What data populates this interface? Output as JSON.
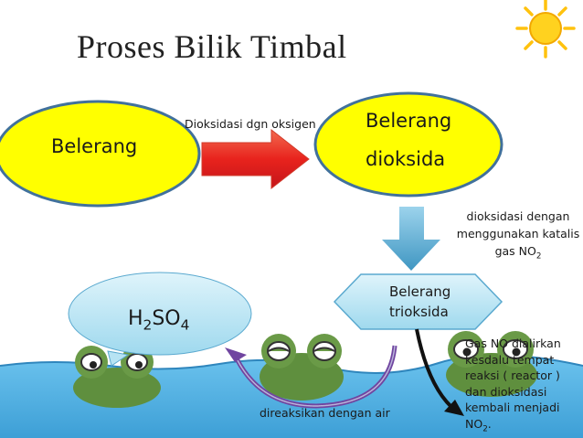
{
  "title": "Proses Bilik Timbal",
  "nodes": {
    "sulfur": "Belerang",
    "sulfur_dioxide": [
      "Belerang",
      "dioksida"
    ],
    "sulfur_trioxide": [
      "Belerang",
      "trioksida"
    ],
    "sulfuric_acid": {
      "a": "H",
      "b": "2",
      "c": "SO",
      "d": "4"
    }
  },
  "labels": {
    "step1": "Dioksidasi dgn oksigen",
    "step2": [
      "dioksidasi dengan",
      "menggunakan katalis",
      "gas NO",
      "2"
    ],
    "step3": "direaksikan dengan air",
    "note": [
      "Gas NO dialirkan",
      "kesdalu tempat",
      "reaksi ( reactor )",
      "dan dioksidasi",
      "kembali menjadi",
      "NO",
      "2",
      "."
    ]
  },
  "colors": {
    "ellipse_fill": "#ffff00",
    "ellipse_stroke": "#41719c",
    "arrow_red": "#e8231d",
    "arrow_blue": "#4ea3c8",
    "sea": "#57b6e6",
    "frog": "#6a9a47",
    "sun": "#ffc20e",
    "purple_arrow": "#7045a0"
  }
}
